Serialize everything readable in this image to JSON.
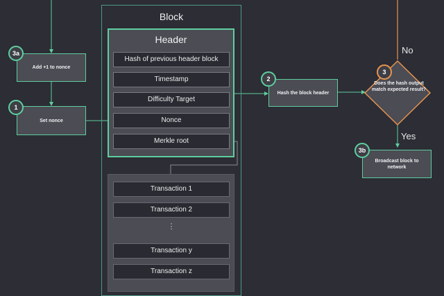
{
  "block": {
    "title": "Block",
    "header": {
      "title": "Header",
      "fields": [
        "Hash of previous header block",
        "Timestamp",
        "Difficulty Target",
        "Nonce",
        "Merkle root"
      ]
    },
    "transactions": [
      "Transaction 1",
      "Transaction 2",
      "⋮",
      "Transaction y",
      "Transaction z"
    ]
  },
  "steps": {
    "s3a": {
      "badge": "3a",
      "label": "Add +1 to nonce"
    },
    "s1": {
      "badge": "1",
      "label": "Set nonce"
    },
    "s2": {
      "badge": "2",
      "label": "Hash the block header"
    },
    "s3": {
      "badge": "3",
      "label": "Does the hash output match expected result?"
    },
    "s3b": {
      "badge": "3b",
      "label": "Broadcast block to network"
    }
  },
  "edge_labels": {
    "no": "No",
    "yes": "Yes"
  },
  "colors": {
    "accent": "#5fcf9f",
    "decision": "#e8954e",
    "background": "#2c2d35"
  }
}
